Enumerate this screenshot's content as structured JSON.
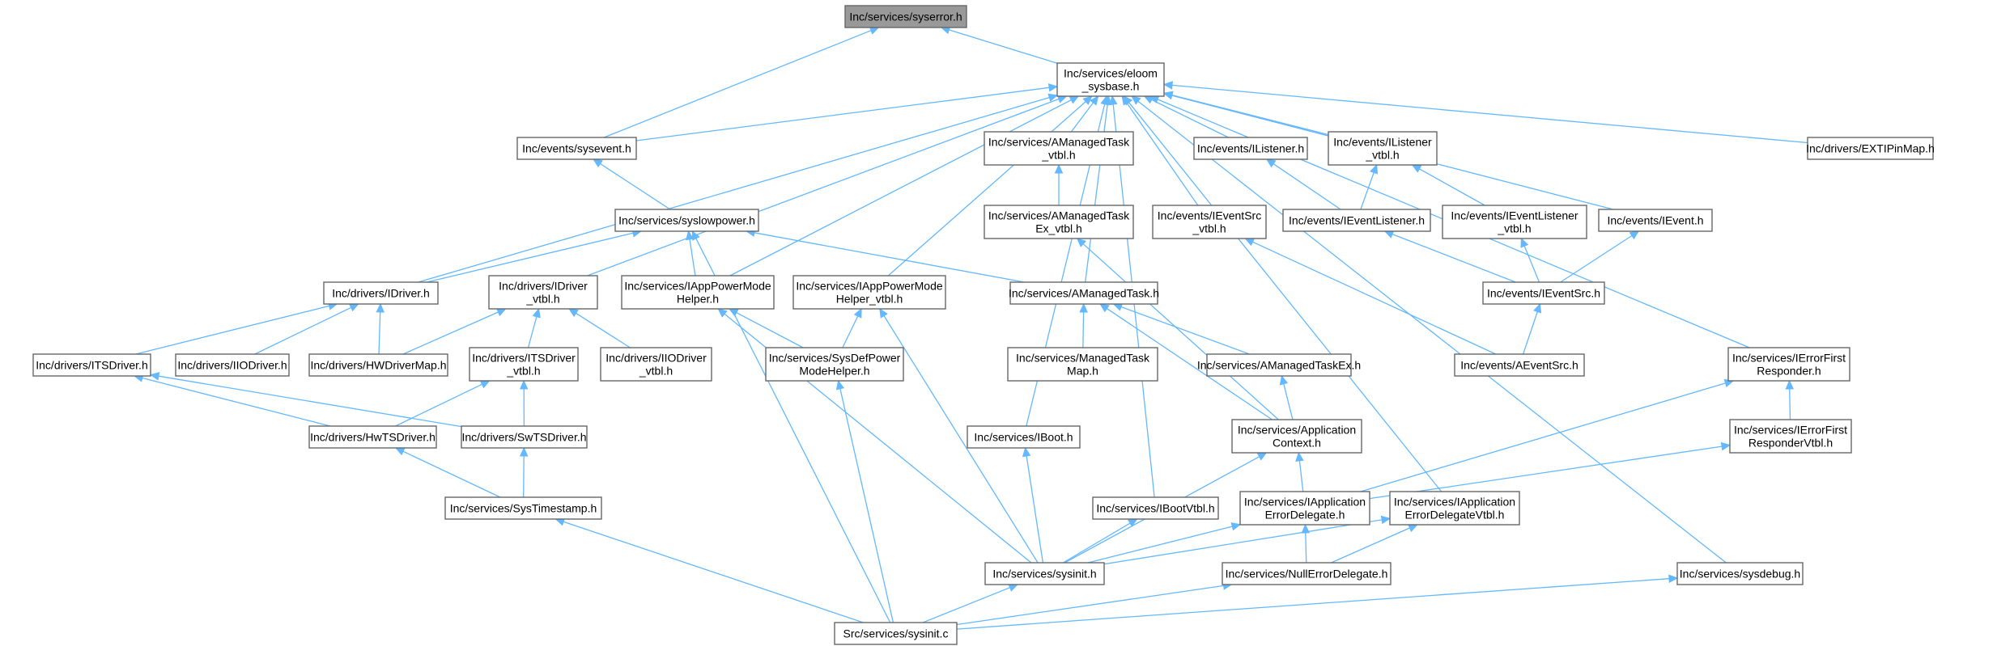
{
  "diagram": {
    "nodes": [
      {
        "id": "syserror",
        "lines": [
          "Inc/services/syserror.h"
        ],
        "root": true
      },
      {
        "id": "eloom",
        "lines": [
          "Inc/services/eloom",
          "_sysbase.h"
        ]
      },
      {
        "id": "sysevent",
        "lines": [
          "Inc/events/sysevent.h"
        ]
      },
      {
        "id": "amtvtbl",
        "lines": [
          "Inc/services/AManagedTask",
          "_vtbl.h"
        ]
      },
      {
        "id": "ilistener",
        "lines": [
          "Inc/events/IListener.h"
        ]
      },
      {
        "id": "ilistenervtbl",
        "lines": [
          "Inc/events/IListener",
          "_vtbl.h"
        ]
      },
      {
        "id": "extipin",
        "lines": [
          "Inc/drivers/EXTIPinMap.h"
        ]
      },
      {
        "id": "syslowpower",
        "lines": [
          "Inc/services/syslowpower.h"
        ]
      },
      {
        "id": "amtexvtbl",
        "lines": [
          "Inc/services/AManagedTask",
          "Ex_vtbl.h"
        ]
      },
      {
        "id": "ieventsrcvtbl",
        "lines": [
          "Inc/events/IEventSrc",
          "_vtbl.h"
        ]
      },
      {
        "id": "ieventlistener",
        "lines": [
          "Inc/events/IEventListener.h"
        ]
      },
      {
        "id": "ieventlistenervtbl",
        "lines": [
          "Inc/events/IEventListener",
          "_vtbl.h"
        ]
      },
      {
        "id": "ievent",
        "lines": [
          "Inc/events/IEvent.h"
        ]
      },
      {
        "id": "idriver",
        "lines": [
          "Inc/drivers/IDriver.h"
        ]
      },
      {
        "id": "idrivervtbl",
        "lines": [
          "Inc/drivers/IDriver",
          "_vtbl.h"
        ]
      },
      {
        "id": "iapppm",
        "lines": [
          "Inc/services/IAppPowerMode",
          "Helper.h"
        ]
      },
      {
        "id": "iapppmvtbl",
        "lines": [
          "Inc/services/IAppPowerMode",
          "Helper_vtbl.h"
        ]
      },
      {
        "id": "amt",
        "lines": [
          "Inc/services/AManagedTask.h"
        ]
      },
      {
        "id": "ieventsrc",
        "lines": [
          "Inc/events/IEventSrc.h"
        ]
      },
      {
        "id": "itsdriver",
        "lines": [
          "Inc/drivers/ITSDriver.h"
        ]
      },
      {
        "id": "iiodriver",
        "lines": [
          "Inc/drivers/IIODriver.h"
        ]
      },
      {
        "id": "hwdrivermap",
        "lines": [
          "Inc/drivers/HWDriverMap.h"
        ]
      },
      {
        "id": "itsdrivervtbl",
        "lines": [
          "Inc/drivers/ITSDriver",
          "_vtbl.h"
        ]
      },
      {
        "id": "iiodrivervtbl",
        "lines": [
          "Inc/drivers/IIODriver",
          "_vtbl.h"
        ]
      },
      {
        "id": "sysdefpm",
        "lines": [
          "Inc/services/SysDefPower",
          "ModeHelper.h"
        ]
      },
      {
        "id": "mtmap",
        "lines": [
          "Inc/services/ManagedTask",
          "Map.h"
        ]
      },
      {
        "id": "amtex",
        "lines": [
          "Inc/services/AManagedTaskEx.h"
        ]
      },
      {
        "id": "aeventsrc",
        "lines": [
          "Inc/events/AEventSrc.h"
        ]
      },
      {
        "id": "iefr",
        "lines": [
          "Inc/services/IErrorFirst",
          "Responder.h"
        ]
      },
      {
        "id": "hwtsdriver",
        "lines": [
          "Inc/drivers/HwTSDriver.h"
        ]
      },
      {
        "id": "swtsdriver",
        "lines": [
          "Inc/drivers/SwTSDriver.h"
        ]
      },
      {
        "id": "iboot",
        "lines": [
          "Inc/services/IBoot.h"
        ]
      },
      {
        "id": "appctx",
        "lines": [
          "Inc/services/Application",
          "Context.h"
        ]
      },
      {
        "id": "iefrvtbl",
        "lines": [
          "Inc/services/IErrorFirst",
          "ResponderVtbl.h"
        ]
      },
      {
        "id": "systimestamp",
        "lines": [
          "Inc/services/SysTimestamp.h"
        ]
      },
      {
        "id": "ibootvtbl",
        "lines": [
          "Inc/services/IBootVtbl.h"
        ]
      },
      {
        "id": "iappedel",
        "lines": [
          "Inc/services/IApplication",
          "ErrorDelegate.h"
        ]
      },
      {
        "id": "iappedelvtbl",
        "lines": [
          "Inc/services/IApplication",
          "ErrorDelegateVtbl.h"
        ]
      },
      {
        "id": "sysinith",
        "lines": [
          "Inc/services/sysinit.h"
        ]
      },
      {
        "id": "nulledel",
        "lines": [
          "Inc/services/NullErrorDelegate.h"
        ]
      },
      {
        "id": "sysdebug",
        "lines": [
          "Inc/services/sysdebug.h"
        ]
      },
      {
        "id": "sysinitc",
        "lines": [
          "Src/services/sysinit.c"
        ]
      }
    ],
    "edges": [
      [
        "sysevent",
        "syserror"
      ],
      [
        "eloom",
        "syserror"
      ],
      [
        "sysevent",
        "eloom"
      ],
      [
        "amtvtbl",
        "eloom"
      ],
      [
        "ilistener",
        "eloom"
      ],
      [
        "ilistenervtbl",
        "eloom"
      ],
      [
        "extipin",
        "eloom"
      ],
      [
        "ieventsrcvtbl",
        "eloom"
      ],
      [
        "ievent",
        "eloom"
      ],
      [
        "idriver",
        "eloom"
      ],
      [
        "idrivervtbl",
        "eloom"
      ],
      [
        "iapppm",
        "eloom"
      ],
      [
        "iapppmvtbl",
        "eloom"
      ],
      [
        "amt",
        "eloom"
      ],
      [
        "iboot",
        "eloom"
      ],
      [
        "iefr",
        "eloom"
      ],
      [
        "ibootvtbl",
        "eloom"
      ],
      [
        "iappedelvtbl",
        "eloom"
      ],
      [
        "sysdebug",
        "eloom"
      ],
      [
        "syslowpower",
        "sysevent"
      ],
      [
        "amtexvtbl",
        "amtvtbl"
      ],
      [
        "ieventlistener",
        "ilistener"
      ],
      [
        "ieventlistener",
        "ilistenervtbl"
      ],
      [
        "ieventlistenervtbl",
        "ilistenervtbl"
      ],
      [
        "idriver",
        "syslowpower"
      ],
      [
        "iapppm",
        "syslowpower"
      ],
      [
        "amt",
        "syslowpower"
      ],
      [
        "sysinitc",
        "syslowpower"
      ],
      [
        "appctx",
        "amtexvtbl"
      ],
      [
        "aeventsrc",
        "ieventsrcvtbl"
      ],
      [
        "ieventsrc",
        "ieventlistener"
      ],
      [
        "ieventsrc",
        "ieventlistenervtbl"
      ],
      [
        "ieventsrc",
        "ievent"
      ],
      [
        "itsdriver",
        "idriver"
      ],
      [
        "iiodriver",
        "idriver"
      ],
      [
        "hwdrivermap",
        "idriver"
      ],
      [
        "hwdrivermap",
        "idrivervtbl"
      ],
      [
        "itsdrivervtbl",
        "idrivervtbl"
      ],
      [
        "iiodrivervtbl",
        "idrivervtbl"
      ],
      [
        "sysdefpm",
        "iapppm"
      ],
      [
        "sysinith",
        "iapppm"
      ],
      [
        "sysdefpm",
        "iapppmvtbl"
      ],
      [
        "sysinith",
        "iapppmvtbl"
      ],
      [
        "mtmap",
        "amt"
      ],
      [
        "amtex",
        "amt"
      ],
      [
        "appctx",
        "amt"
      ],
      [
        "aeventsrc",
        "ieventsrc"
      ],
      [
        "hwtsdriver",
        "itsdriver"
      ],
      [
        "swtsdriver",
        "itsdriver"
      ],
      [
        "hwtsdriver",
        "itsdrivervtbl"
      ],
      [
        "swtsdriver",
        "itsdrivervtbl"
      ],
      [
        "sysinitc",
        "sysdefpm"
      ],
      [
        "appctx",
        "amtex"
      ],
      [
        "iefrvtbl",
        "iefr"
      ],
      [
        "iappedel",
        "iefr"
      ],
      [
        "systimestamp",
        "hwtsdriver"
      ],
      [
        "systimestamp",
        "swtsdriver"
      ],
      [
        "sysinith",
        "iboot"
      ],
      [
        "sysinith",
        "appctx"
      ],
      [
        "iappedel",
        "appctx"
      ],
      [
        "iappedel",
        "iefrvtbl"
      ],
      [
        "sysinitc",
        "systimestamp"
      ],
      [
        "sysinith",
        "ibootvtbl"
      ],
      [
        "sysinith",
        "iappedel"
      ],
      [
        "nulledel",
        "iappedel"
      ],
      [
        "sysinith",
        "iappedelvtbl"
      ],
      [
        "nulledel",
        "iappedelvtbl"
      ],
      [
        "sysinitc",
        "sysinith"
      ],
      [
        "sysinitc",
        "nulledel"
      ],
      [
        "sysinitc",
        "sysdebug"
      ]
    ]
  }
}
